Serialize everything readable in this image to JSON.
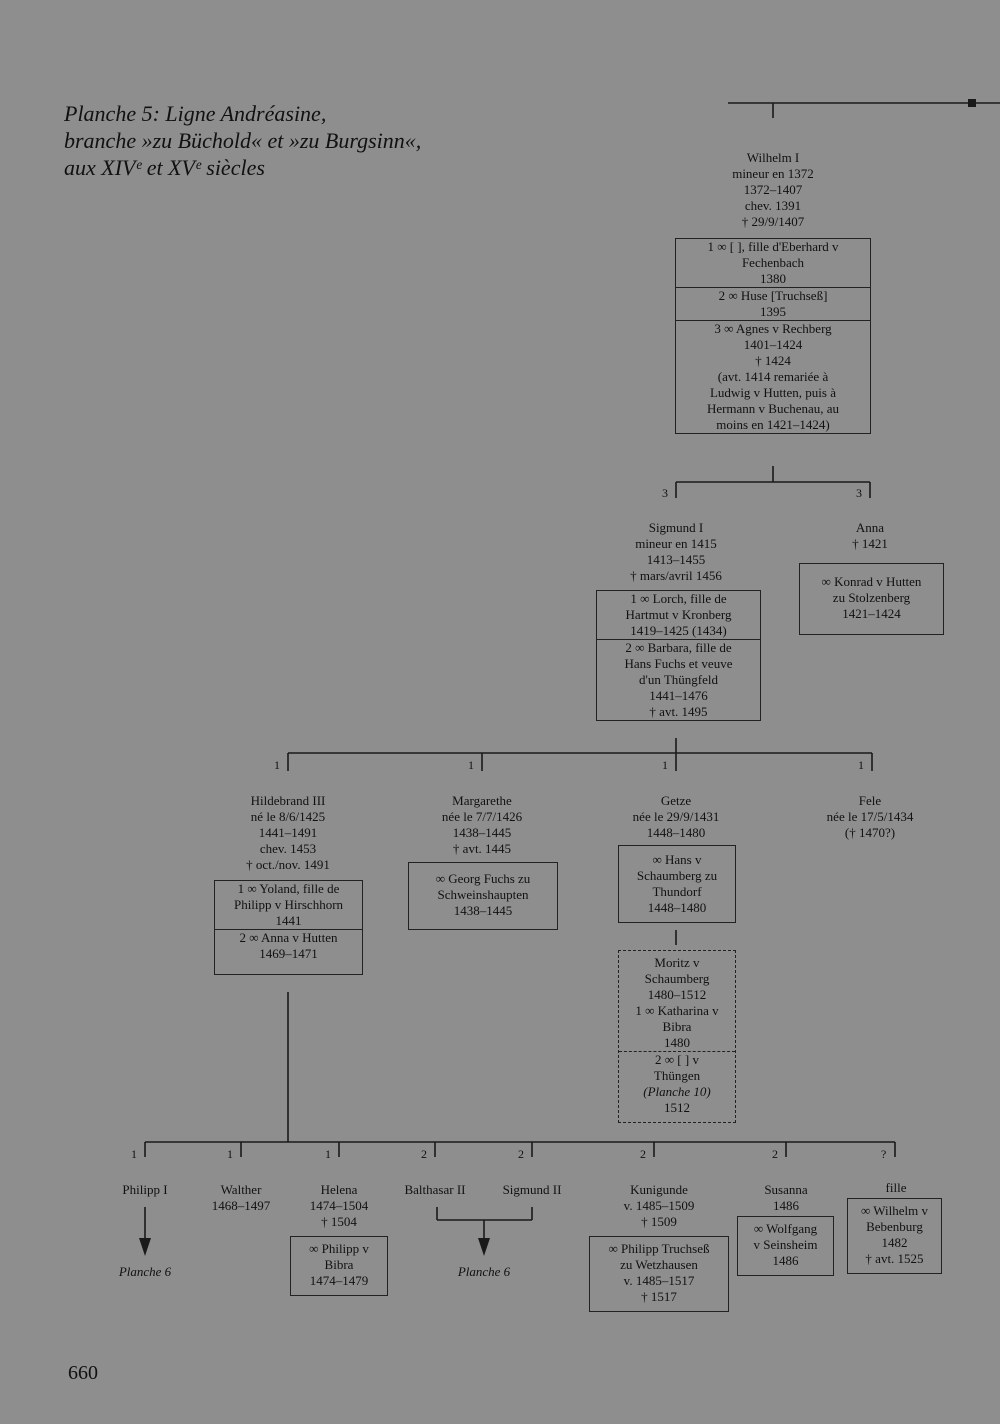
{
  "title": {
    "line1": "Planche 5: Ligne Andréasine,",
    "line2": "branche »zu Büchold« et »zu Burgsinn«,",
    "line3": "aux XIVᵉ et XVᵉ siècles"
  },
  "page_number": "660",
  "wilhelm": {
    "lines": [
      "Wilhelm I",
      "mineur en 1372",
      "1372–1407",
      "chev. 1391",
      "† 29/9/1407"
    ],
    "spouses": [
      {
        "lines": [
          "1 ∞ [ ], fille d'Eberhard v",
          "Fechenbach",
          "1380"
        ]
      },
      {
        "lines": [
          "2 ∞ Huse [Truchseß]",
          "1395"
        ]
      },
      {
        "lines": [
          "3 ∞ Agnes v Rechberg",
          "1401–1424",
          "† 1424",
          "(avt. 1414 remariée à",
          "Ludwig v Hutten, puis à",
          "Hermann v Buchenau, au",
          "moins en 1421–1424)"
        ]
      }
    ]
  },
  "sigmund": {
    "num": "3",
    "lines": [
      "Sigmund I",
      "mineur en 1415",
      "1413–1455",
      "† mars/avril 1456"
    ],
    "spouses": [
      {
        "lines": [
          "1 ∞ Lorch, fille de",
          "Hartmut v Kronberg",
          "1419–1425 (1434)"
        ]
      },
      {
        "lines": [
          "2 ∞ Barbara, fille de",
          "Hans Fuchs et veuve",
          "d'un Thüngfeld",
          "1441–1476",
          "† avt. 1495"
        ]
      }
    ]
  },
  "anna": {
    "num": "3",
    "lines": [
      "Anna",
      "† 1421"
    ],
    "spouse": [
      "∞ Konrad v Hutten",
      "zu Stolzenberg",
      "1421–1424"
    ]
  },
  "hildebrand": {
    "num": "1",
    "lines": [
      "Hildebrand III",
      "né le 8/6/1425",
      "1441–1491",
      "chev. 1453",
      "† oct./nov. 1491"
    ],
    "spouses": [
      {
        "lines": [
          "1 ∞ Yoland, fille de",
          "Philipp v Hirschhorn",
          "1441"
        ]
      },
      {
        "lines": [
          "2 ∞ Anna v Hutten",
          "1469–1471"
        ]
      }
    ]
  },
  "margarethe": {
    "num": "1",
    "lines": [
      "Margarethe",
      "née le 7/7/1426",
      "1438–1445",
      "† avt. 1445"
    ],
    "spouse": [
      "∞ Georg Fuchs zu",
      "Schweinshaupten",
      "1438–1445"
    ]
  },
  "getze": {
    "num": "1",
    "lines": [
      "Getze",
      "née le 29/9/1431",
      "1448–1480"
    ],
    "spouse": [
      "∞ Hans v",
      "Schaumberg zu",
      "Thundorf",
      "1448–1480"
    ]
  },
  "moritz": {
    "lines": [
      "Moritz v",
      "Schaumberg",
      "1480–1512",
      "1 ∞ Katharina v",
      "Bibra",
      "1480"
    ],
    "second": [
      "2 ∞ [ ] v",
      "Thüngen",
      "(Planche 10)",
      "1512"
    ]
  },
  "fele": {
    "num": "1",
    "lines": [
      "Fele",
      "née le 17/5/1434",
      "(† 1470?)"
    ]
  },
  "children": [
    {
      "num": "1",
      "name": "Philipp I",
      "ref": "Planche 6"
    },
    {
      "num": "1",
      "name": "Walther",
      "sub": "1468–1497"
    },
    {
      "num": "1",
      "name": "Helena",
      "sub": "1474–1504",
      "sub2": "† 1504",
      "spouse": [
        "∞ Philipp v",
        "Bibra",
        "1474–1479"
      ]
    },
    {
      "num": "2",
      "name": "Balthasar II"
    },
    {
      "num": "2",
      "name": "Sigmund II",
      "ref": "Planche 6"
    },
    {
      "num": "2",
      "name": "Kunigunde",
      "sub": "v. 1485–1509",
      "sub2": "† 1509",
      "spouse": [
        "∞ Philipp Truchseß",
        "zu Wetzhausen",
        "v. 1485–1517",
        "† 1517"
      ]
    },
    {
      "num": "2",
      "name": "Susanna",
      "sub": "1486",
      "spouse": [
        "∞ Wolfgang",
        "v Seinsheim",
        "1486"
      ]
    },
    {
      "num": "?",
      "name": "fille",
      "spouse": [
        "∞ Wilhelm v",
        "Bebenburg",
        "1482",
        "† avt. 1525"
      ]
    }
  ]
}
